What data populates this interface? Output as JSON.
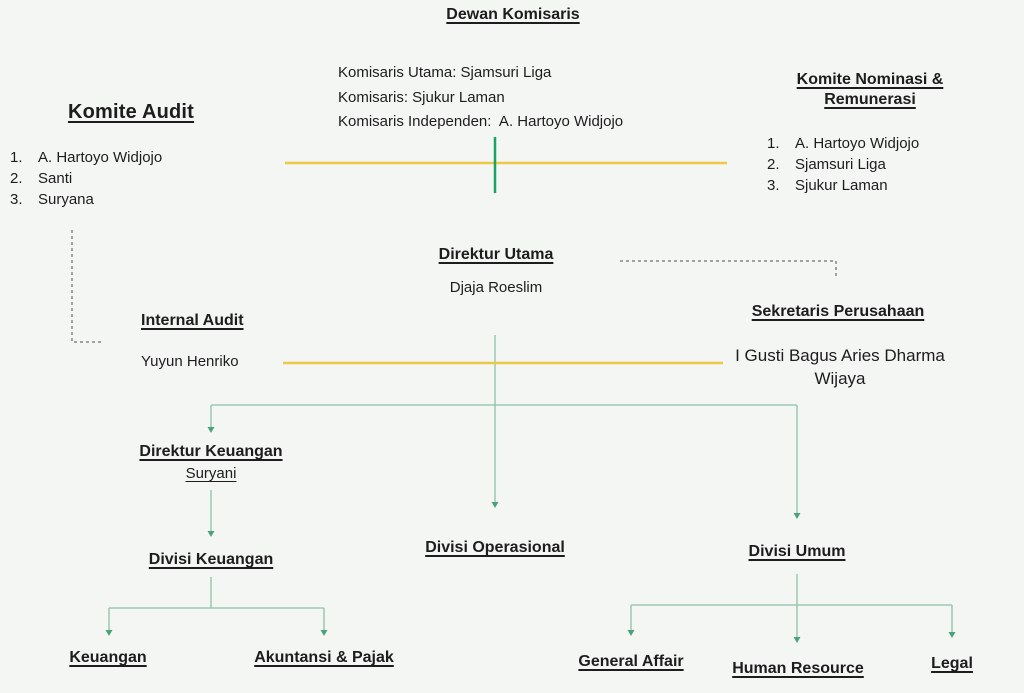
{
  "colors": {
    "background": "#f4f6f4",
    "text": "#1d1d1d",
    "yellow": "#eec847",
    "green": "#1ba263",
    "tree": "#8cc3a8",
    "arrow": "#4ba37c",
    "dash": "#4d4d4d"
  },
  "org": {
    "dewan_komisaris": {
      "title": "Dewan Komisaris",
      "members": [
        "Komisaris Utama: Sjamsuri Liga",
        "Komisaris: Sjukur Laman",
        "Komisaris Independen:  A. Hartoyo Widjojo"
      ]
    },
    "komite_audit": {
      "title": "Komite Audit",
      "items": [
        {
          "num": "1.",
          "name": "A. Hartoyo Widjojo"
        },
        {
          "num": "2.",
          "name": "Santi"
        },
        {
          "num": "3.",
          "name": "Suryana"
        }
      ]
    },
    "komite_nominasi": {
      "title": "Komite Nominasi & Remunerasi",
      "items": [
        {
          "num": "1.",
          "name": "A. Hartoyo Widjojo"
        },
        {
          "num": "2.",
          "name": "Sjamsuri Liga"
        },
        {
          "num": "3.",
          "name": "Sjukur Laman"
        }
      ]
    },
    "direktur_utama": {
      "title": "Direktur Utama",
      "name": "Djaja Roeslim"
    },
    "internal_audit": {
      "title": "Internal Audit",
      "name": "Yuyun Henriko"
    },
    "sekretaris_perusahaan": {
      "title": "Sekretaris Perusahaan",
      "name": "I Gusti Bagus Aries Dharma Wijaya"
    },
    "direktur_keuangan": {
      "title": "Direktur Keuangan",
      "name": "Suryani"
    },
    "divisi_keuangan": {
      "title": "Divisi Keuangan"
    },
    "divisi_operasional": {
      "title": "Divisi Operasional"
    },
    "divisi_umum": {
      "title": "Divisi Umum"
    },
    "keuangan": {
      "title": "Keuangan"
    },
    "akuntansi_pajak": {
      "title": "Akuntansi & Pajak"
    },
    "general_affair": {
      "title": "General Affair"
    },
    "human_resource": {
      "title": "Human Resource"
    },
    "legal": {
      "title": "Legal"
    }
  }
}
